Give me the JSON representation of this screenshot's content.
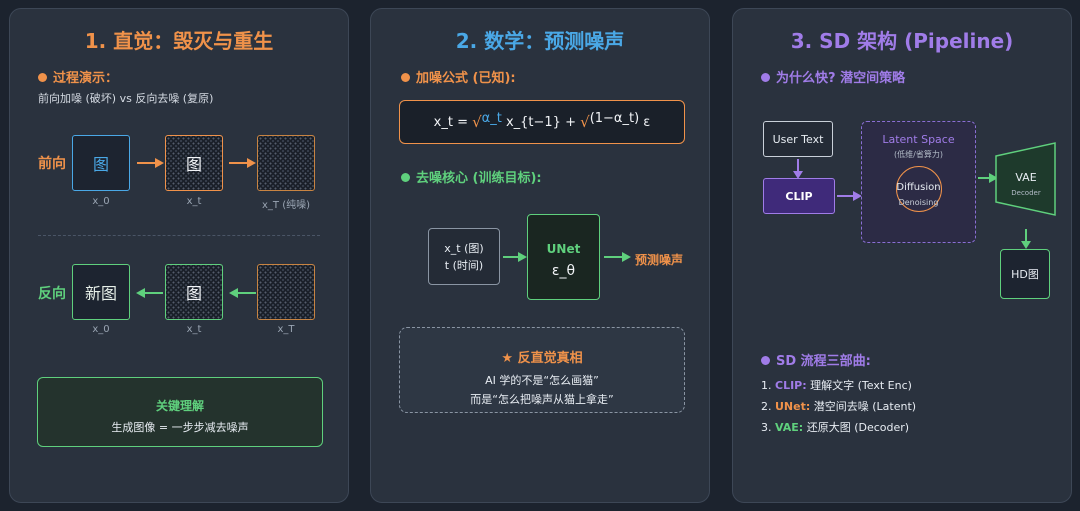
{
  "colors": {
    "orange": "#f0924a",
    "blue": "#4aa8e6",
    "green": "#5fd07d",
    "purple": "#a07ce8"
  },
  "panel1": {
    "title": "1. 直觉：毁灭与重生",
    "section": "过程演示：",
    "desc": "前向加噪 (破坏) vs 反向去噪 (复原)",
    "forward_label": "前向",
    "backward_label": "反向",
    "img_char": "图",
    "new_img": "新图",
    "x0": "x_0",
    "xt": "x_t",
    "xT_pure": "x_T (纯噪)",
    "xT": "x_T",
    "key_title": "关键理解",
    "key_text": "生成图像 = 一步步减去噪声"
  },
  "panel2": {
    "title": "2. 数学：预测噪声",
    "section1": "加噪公式 (已知):",
    "formula": {
      "p1": "x_t = ",
      "sqrt1": "√",
      "a1": "α_t",
      "p2": " x_{t−1} + ",
      "sqrt2": "√",
      "a2": "(1−α_t)",
      "p3": " ε"
    },
    "section2": "去噪核心 (训练目标):",
    "input_line1": "x_t (图)",
    "input_line2": "t (时间)",
    "unet_title": "UNet",
    "unet_sub": "ε_θ",
    "output": "预测噪声",
    "insight_title": "★ 反直觉真相",
    "insight_line1": "AI 学的不是“怎么画猫”",
    "insight_line2": "而是“怎么把噪声从猫上拿走”"
  },
  "panel3": {
    "title": "3. SD 架构 (Pipeline)",
    "section1": "为什么快? 潜空间策略",
    "user_text": "User Text",
    "clip": "CLIP",
    "latent_title": "Latent Space",
    "latent_sub": "(低维/省算力)",
    "diffusion": "Diffusion",
    "denoising": "Denoising",
    "vae": "VAE",
    "decoder": "Decoder",
    "hd": "HD图",
    "section2": "SD 流程三部曲:",
    "steps": [
      {
        "num": "1. ",
        "name": "CLIP:",
        "text": " 理解文字 (Text Enc)"
      },
      {
        "num": "2. ",
        "name": "UNet:",
        "text": " 潜空间去噪 (Latent)"
      },
      {
        "num": "3. ",
        "name": "VAE:",
        "text": " 还原大图 (Decoder)"
      }
    ]
  }
}
